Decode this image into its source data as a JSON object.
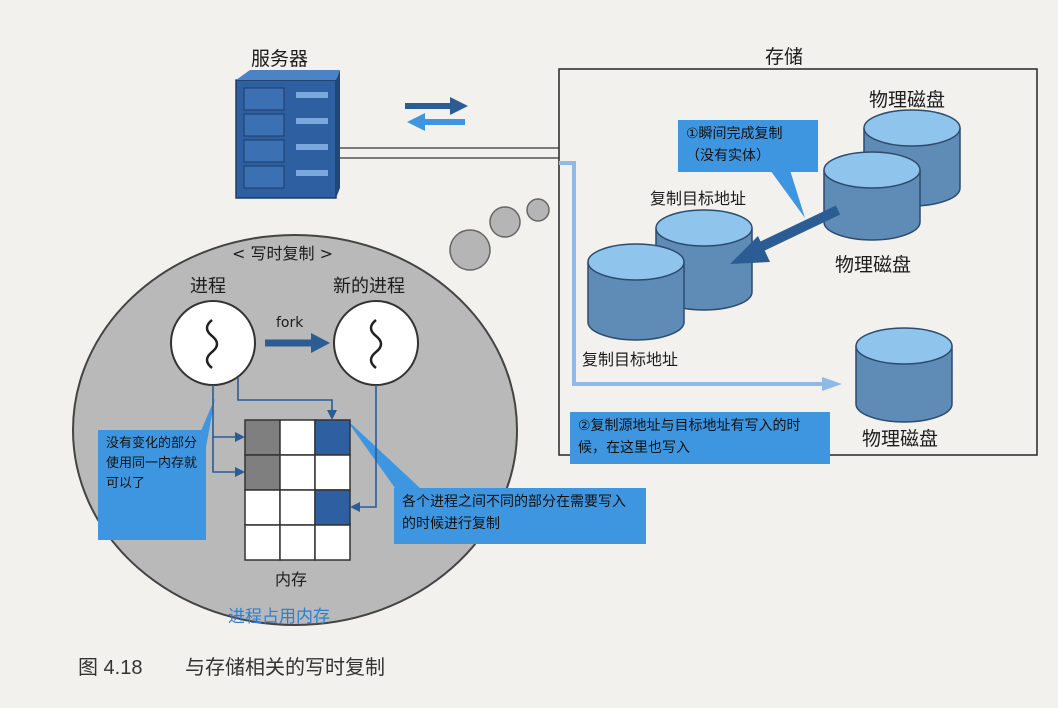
{
  "server": {
    "label": "服务器"
  },
  "storage": {
    "label": "存储",
    "disks": [
      {
        "label": "物理磁盘"
      },
      {
        "label": "物理磁盘"
      },
      {
        "label": "物理磁盘"
      }
    ],
    "targets": [
      {
        "label": "复制目标地址"
      },
      {
        "label": "复制目标地址"
      }
    ],
    "note_instant": "①瞬间完成复制（没有实体）",
    "note_write": "②复制源地址与目标地址有写入的时候，在这里也写入"
  },
  "cow": {
    "title": "< 写时复制 >",
    "process": "进程",
    "new_process": "新的进程",
    "fork": "fork",
    "memory": "内存",
    "memory_usage": "进程占用内存",
    "note_shared": "没有变化的部分使用同一内存就可以了",
    "note_copy": "各个进程之间不同的部分在需要写入的时候进行复制"
  },
  "caption": {
    "number": "图 4.18",
    "text": "与存储相关的写时复制"
  },
  "colors": {
    "accent_blue": "#3f96e0",
    "dark_blue": "#2b5c94",
    "disk_top": "#8fc4ec",
    "disk_body": "#5f8cb6",
    "cloud_gray": "#b9b9b9"
  }
}
